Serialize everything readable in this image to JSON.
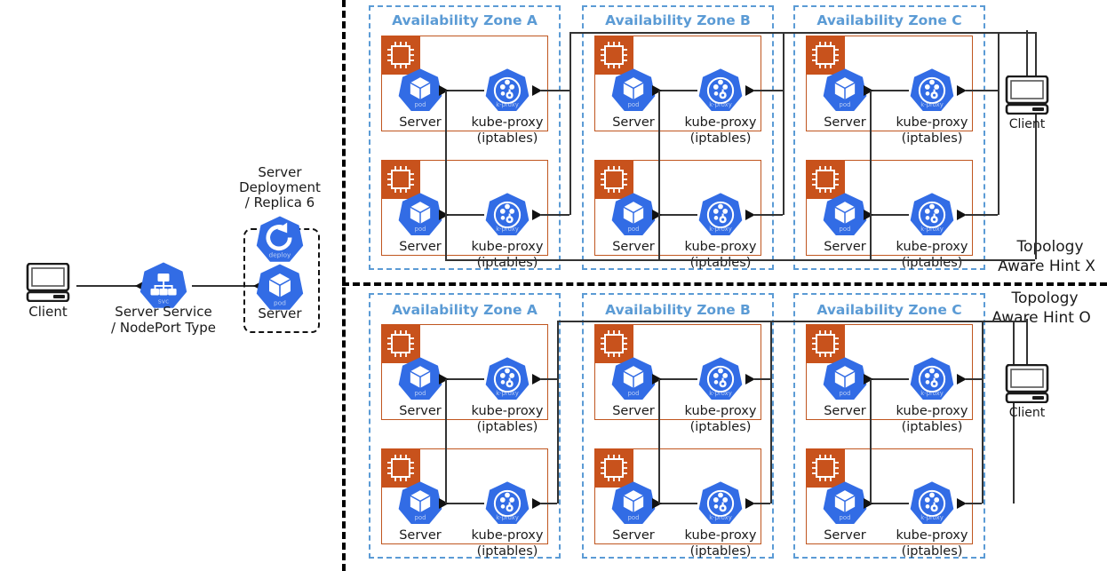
{
  "left_panel": {
    "client": {
      "label": "Client",
      "icon": "computer-icon"
    },
    "service": {
      "label": "Server Service\n/ NodePort Type",
      "line1": "Server Service",
      "line2": "/ NodePort Type",
      "icon": "k8s-svc-icon",
      "icon_caption": "svc"
    },
    "deployment": {
      "title_line1": "Server",
      "title_line2": "Deployment",
      "title_line3": "/ Replica 6",
      "deploy_icon": "k8s-deploy-icon",
      "deploy_icon_caption": "deploy",
      "pod_icon": "k8s-pod-icon",
      "pod_icon_caption": "pod",
      "pod_label": "Server"
    }
  },
  "hints": [
    {
      "id": "hint-x",
      "label_line1": "Topology",
      "label_line2": "Aware Hint X",
      "routing": "cross-zone"
    },
    {
      "id": "hint-o",
      "label_line1": "Topology",
      "label_line2": "Aware Hint O",
      "routing": "zone-local"
    }
  ],
  "zones": [
    {
      "name": "Availability Zone A"
    },
    {
      "name": "Availability Zone B"
    },
    {
      "name": "Availability Zone C"
    }
  ],
  "node": {
    "cpu_icon": "cpu-chip-icon",
    "pod_icon": "k8s-pod-icon",
    "pod_icon_caption": "pod",
    "pod_label": "Server",
    "proxy_icon": "k8s-kube-proxy-icon",
    "proxy_icon_caption": "k-proxy",
    "proxy_label_line1": "kube-proxy",
    "proxy_label_line2": "(iptables)"
  },
  "client_right": {
    "label": "Client",
    "icon": "computer-icon"
  },
  "colors": {
    "kubernetes_blue": "#326ce5",
    "node_border_orange": "#c0561f",
    "cpu_badge_orange": "#c8521c",
    "zone_border_blue": "#5b9bd5",
    "zone_title_blue": "#5b9bd5",
    "wire_black": "#333333",
    "divider_black": "#000000",
    "background": "#ffffff"
  }
}
